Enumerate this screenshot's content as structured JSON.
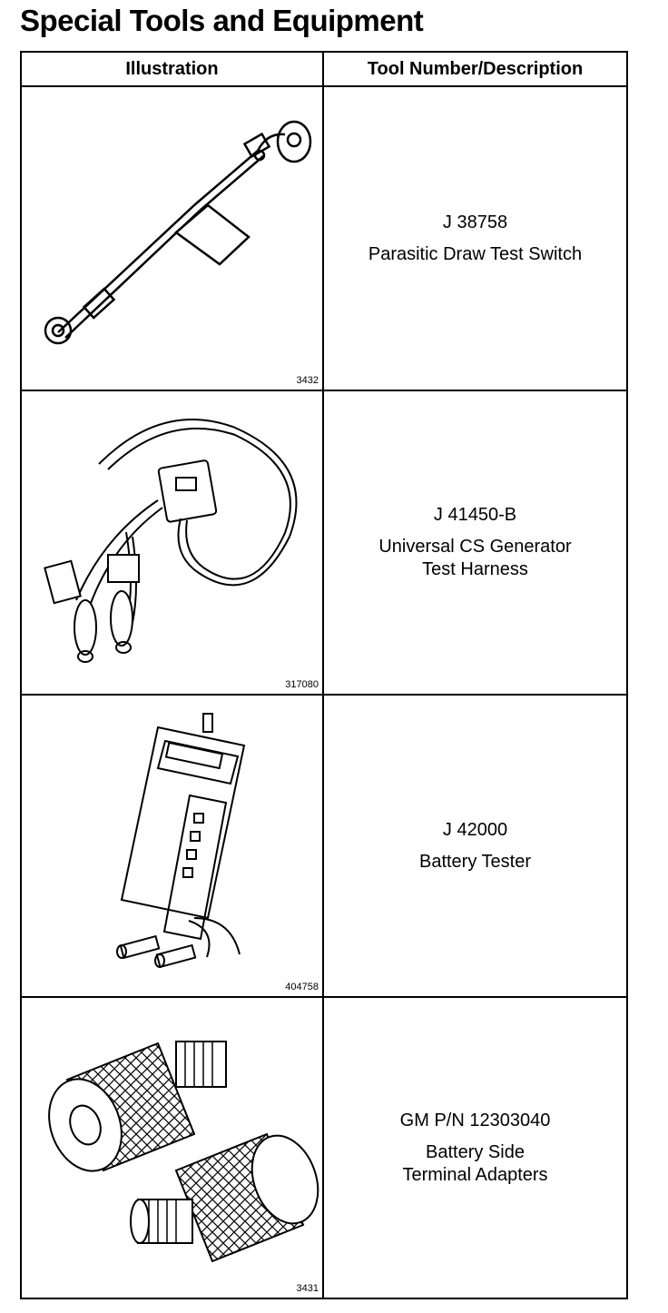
{
  "title": "Special Tools and Equipment",
  "headers": {
    "illustration": "Illustration",
    "description": "Tool Number/Description"
  },
  "rows": [
    {
      "figure": "3432",
      "tool_number": "J 38758",
      "desc1": "Parasitic Draw Test Switch",
      "desc2": "",
      "icon": "test-switch-icon"
    },
    {
      "figure": "317080",
      "tool_number": "J 41450-B",
      "desc1": "Universal CS Generator",
      "desc2": "Test Harness",
      "icon": "harness-icon"
    },
    {
      "figure": "404758",
      "tool_number": "J 42000",
      "desc1": "Battery Tester",
      "desc2": "",
      "icon": "battery-tester-icon"
    },
    {
      "figure": "3431",
      "tool_number": "GM P/N 12303040",
      "desc1": "Battery Side",
      "desc2": "Terminal Adapters",
      "icon": "adapters-icon"
    }
  ]
}
